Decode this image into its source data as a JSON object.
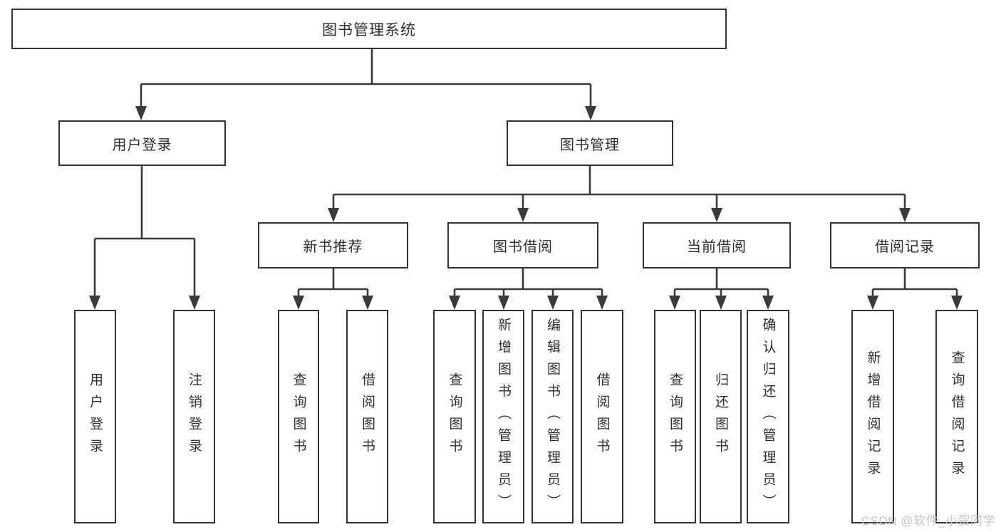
{
  "colors": {
    "line": "#3a3a3a",
    "box-border": "#333333",
    "text": "#2f2f2f",
    "watermark": "#c6c6c6",
    "bg": "#ffffff"
  },
  "tree": {
    "root": {
      "label": "图书管理系统"
    },
    "level2": [
      {
        "label": "用户登录"
      },
      {
        "label": "图书管理"
      }
    ],
    "level3": [
      {
        "label": "新书推荐"
      },
      {
        "label": "图书借阅"
      },
      {
        "label": "当前借阅"
      },
      {
        "label": "借阅记录"
      }
    ],
    "leaves": {
      "user": [
        "用户登录",
        "注销登录"
      ],
      "newbook": [
        "查询图书",
        "借阅图书"
      ],
      "borrow": [
        "查询图书",
        "新增图书（管理员）",
        "编辑图书（管理员）",
        "借阅图书"
      ],
      "current": [
        "查询图书",
        "归还图书",
        "确认归还（管理员）"
      ],
      "records": [
        "新增借阅记录",
        "查询借阅记录"
      ]
    }
  },
  "watermark": "CSDN @软件_小贺同学"
}
